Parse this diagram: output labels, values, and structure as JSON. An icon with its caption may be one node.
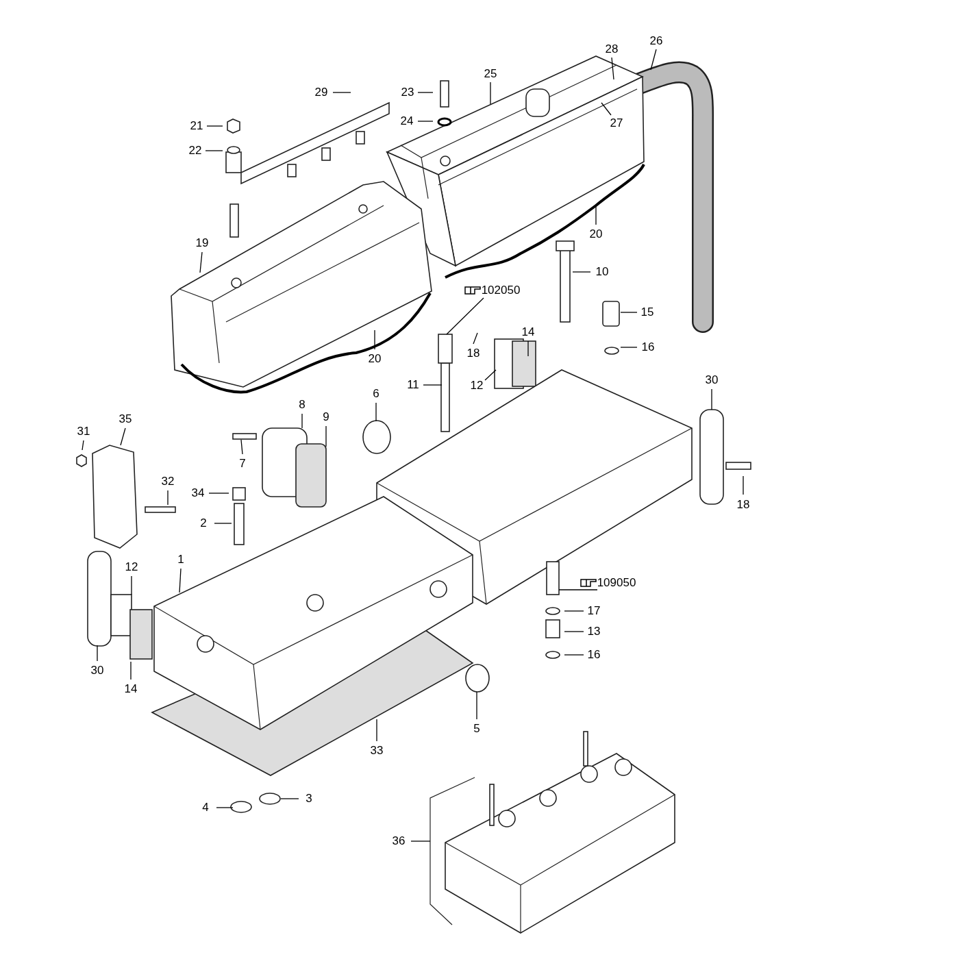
{
  "diagram": {
    "nodes": [
      {
        "text": [
          "26"
        ]
      },
      {
        "text": [
          "28"
        ]
      },
      {
        "text": [
          "25"
        ]
      },
      {
        "text": [
          "23"
        ]
      },
      {
        "text": [
          "29"
        ]
      },
      {
        "text": [
          "24"
        ]
      },
      {
        "text": [
          "27"
        ]
      },
      {
        "text": [
          "21"
        ]
      },
      {
        "text": [
          "22"
        ]
      },
      {
        "text": [
          "19"
        ]
      },
      {
        "text": [
          "20"
        ]
      },
      {
        "text": [
          "10"
        ]
      },
      {
        "text": [
          "102050"
        ]
      },
      {
        "text": [
          "14"
        ]
      },
      {
        "text": [
          "15"
        ]
      },
      {
        "text": [
          "16"
        ]
      },
      {
        "text": [
          "18"
        ]
      },
      {
        "text": [
          "20"
        ]
      },
      {
        "text": [
          "11"
        ]
      },
      {
        "text": [
          "12"
        ]
      },
      {
        "text": [
          "30"
        ]
      },
      {
        "text": [
          "6"
        ]
      },
      {
        "text": [
          "8"
        ]
      },
      {
        "text": [
          "9"
        ]
      },
      {
        "text": [
          "35"
        ]
      },
      {
        "text": [
          "31"
        ]
      },
      {
        "text": [
          "7"
        ]
      },
      {
        "text": [
          "32"
        ]
      },
      {
        "text": [
          "34"
        ]
      },
      {
        "text": [
          "18"
        ]
      },
      {
        "text": [
          "2"
        ]
      },
      {
        "text": [
          "1"
        ]
      },
      {
        "text": [
          "12"
        ]
      },
      {
        "text": [
          "109050"
        ]
      },
      {
        "text": [
          "17"
        ]
      },
      {
        "text": [
          "13"
        ]
      },
      {
        "text": [
          "16"
        ]
      },
      {
        "text": [
          "30"
        ]
      },
      {
        "text": [
          "14"
        ]
      },
      {
        "text": [
          "5"
        ]
      },
      {
        "text": [
          "33"
        ]
      },
      {
        "text": [
          "3"
        ]
      },
      {
        "text": [
          "4"
        ]
      },
      {
        "text": [
          "36"
        ]
      }
    ],
    "edges": [
      {
        "from": 0,
        "to": null,
        "arrow": "none"
      },
      {
        "from": 1,
        "to": null,
        "arrow": "none"
      },
      {
        "from": 2,
        "to": null,
        "arrow": "none"
      },
      {
        "from": 3,
        "to": null,
        "arrow": "none"
      },
      {
        "from": 4,
        "to": null,
        "arrow": "none"
      },
      {
        "from": 5,
        "to": null,
        "arrow": "none"
      },
      {
        "from": 6,
        "to": null,
        "arrow": "none"
      },
      {
        "from": 7,
        "to": null,
        "arrow": "none"
      },
      {
        "from": 8,
        "to": null,
        "arrow": "none"
      },
      {
        "from": 9,
        "to": null,
        "arrow": "none"
      },
      {
        "from": 10,
        "to": null,
        "arrow": "none"
      },
      {
        "from": 11,
        "to": null,
        "arrow": "none"
      },
      {
        "from": 12,
        "to": null,
        "arrow": "none"
      },
      {
        "from": 13,
        "to": null,
        "arrow": "none"
      },
      {
        "from": 14,
        "to": null,
        "arrow": "none"
      },
      {
        "from": 15,
        "to": null,
        "arrow": "none"
      },
      {
        "from": 16,
        "to": null,
        "arrow": "none"
      },
      {
        "from": 17,
        "to": null,
        "arrow": "none"
      },
      {
        "from": 18,
        "to": null,
        "arrow": "none"
      },
      {
        "from": 19,
        "to": null,
        "arrow": "none"
      },
      {
        "from": 20,
        "to": null,
        "arrow": "none"
      },
      {
        "from": 21,
        "to": null,
        "arrow": "none"
      },
      {
        "from": 22,
        "to": null,
        "arrow": "none"
      },
      {
        "from": 23,
        "to": null,
        "arrow": "none"
      },
      {
        "from": 24,
        "to": null,
        "arrow": "none"
      },
      {
        "from": 25,
        "to": null,
        "arrow": "none"
      },
      {
        "from": 26,
        "to": null,
        "arrow": "none"
      },
      {
        "from": 27,
        "to": null,
        "arrow": "none"
      },
      {
        "from": 28,
        "to": null,
        "arrow": "none"
      },
      {
        "from": 29,
        "to": null,
        "arrow": "none"
      },
      {
        "from": 30,
        "to": null,
        "arrow": "none"
      },
      {
        "from": 31,
        "to": null,
        "arrow": "none"
      },
      {
        "from": 32,
        "to": null,
        "arrow": "none"
      },
      {
        "from": 33,
        "to": null,
        "arrow": "none"
      },
      {
        "from": 34,
        "to": null,
        "arrow": "none"
      },
      {
        "from": 35,
        "to": null,
        "arrow": "none"
      },
      {
        "from": 36,
        "to": null,
        "arrow": "none"
      },
      {
        "from": 37,
        "to": null,
        "arrow": "none"
      },
      {
        "from": 38,
        "to": null,
        "arrow": "none"
      },
      {
        "from": 39,
        "to": null,
        "arrow": "none"
      },
      {
        "from": 40,
        "to": null,
        "arrow": "none"
      },
      {
        "from": 41,
        "to": null,
        "arrow": "none"
      },
      {
        "from": 42,
        "to": null,
        "arrow": "none"
      },
      {
        "from": 43,
        "to": null,
        "arrow": "none"
      }
    ]
  }
}
